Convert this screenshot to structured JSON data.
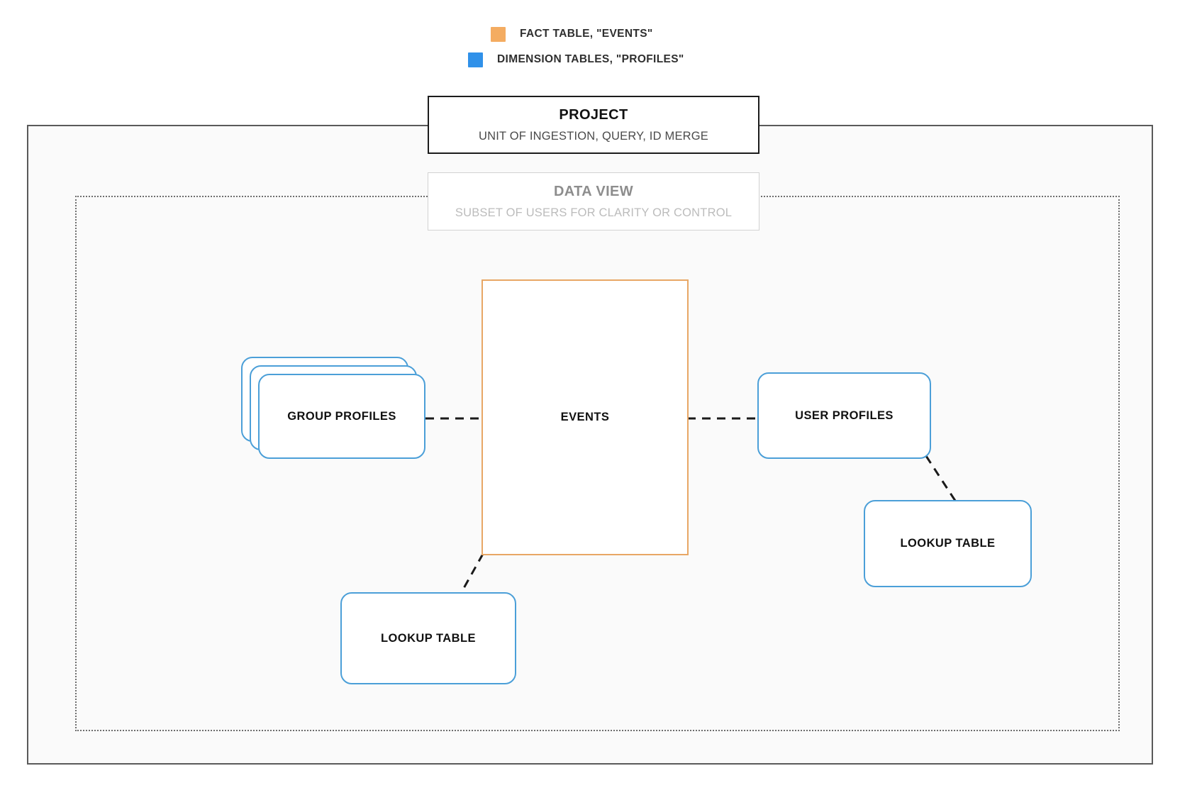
{
  "legend": {
    "items": [
      {
        "label": "FACT TABLE, \"EVENTS\"",
        "color": "#f4ac61",
        "swatch_name": "legend-swatch-fact-table"
      },
      {
        "label": "DIMENSION TABLES, \"PROFILES\"",
        "color": "#3091e9",
        "swatch_name": "legend-swatch-dimension-tables"
      }
    ]
  },
  "project": {
    "title": "PROJECT",
    "subtitle": "UNIT OF INGESTION, QUERY, ID MERGE",
    "border_color": "#1c1c1c"
  },
  "data_view": {
    "title": "DATA VIEW",
    "subtitle": "SUBSET OF USERS FOR CLARITY OR CONTROL",
    "border_color": "#d2d2d2"
  },
  "nodes": {
    "events": {
      "label": "EVENTS",
      "color": "#e8a765",
      "kind": "fact-table"
    },
    "group_profiles": {
      "label": "GROUP PROFILES",
      "color": "#4b9fd8",
      "kind": "dimension-table",
      "stack_count": 3
    },
    "user_profiles": {
      "label": "USER PROFILES",
      "color": "#4b9fd8",
      "kind": "dimension-table"
    },
    "lookup_table_left": {
      "label": "LOOKUP TABLE",
      "color": "#4b9fd8",
      "kind": "dimension-table"
    },
    "lookup_table_right": {
      "label": "LOOKUP TABLE",
      "color": "#4b9fd8",
      "kind": "dimension-table"
    }
  },
  "connectors": [
    {
      "from": "group_profiles",
      "to": "events",
      "style": "dashed"
    },
    {
      "from": "events",
      "to": "user_profiles",
      "style": "dashed"
    },
    {
      "from": "events",
      "to": "lookup_table_left",
      "style": "dashed"
    },
    {
      "from": "user_profiles",
      "to": "lookup_table_right",
      "style": "dashed"
    }
  ],
  "colors": {
    "canvas_background": "#ffffff",
    "project_fill": "#fafafa",
    "dotted_frame": "#6e6e6e",
    "connector": "#1a1a1a"
  }
}
